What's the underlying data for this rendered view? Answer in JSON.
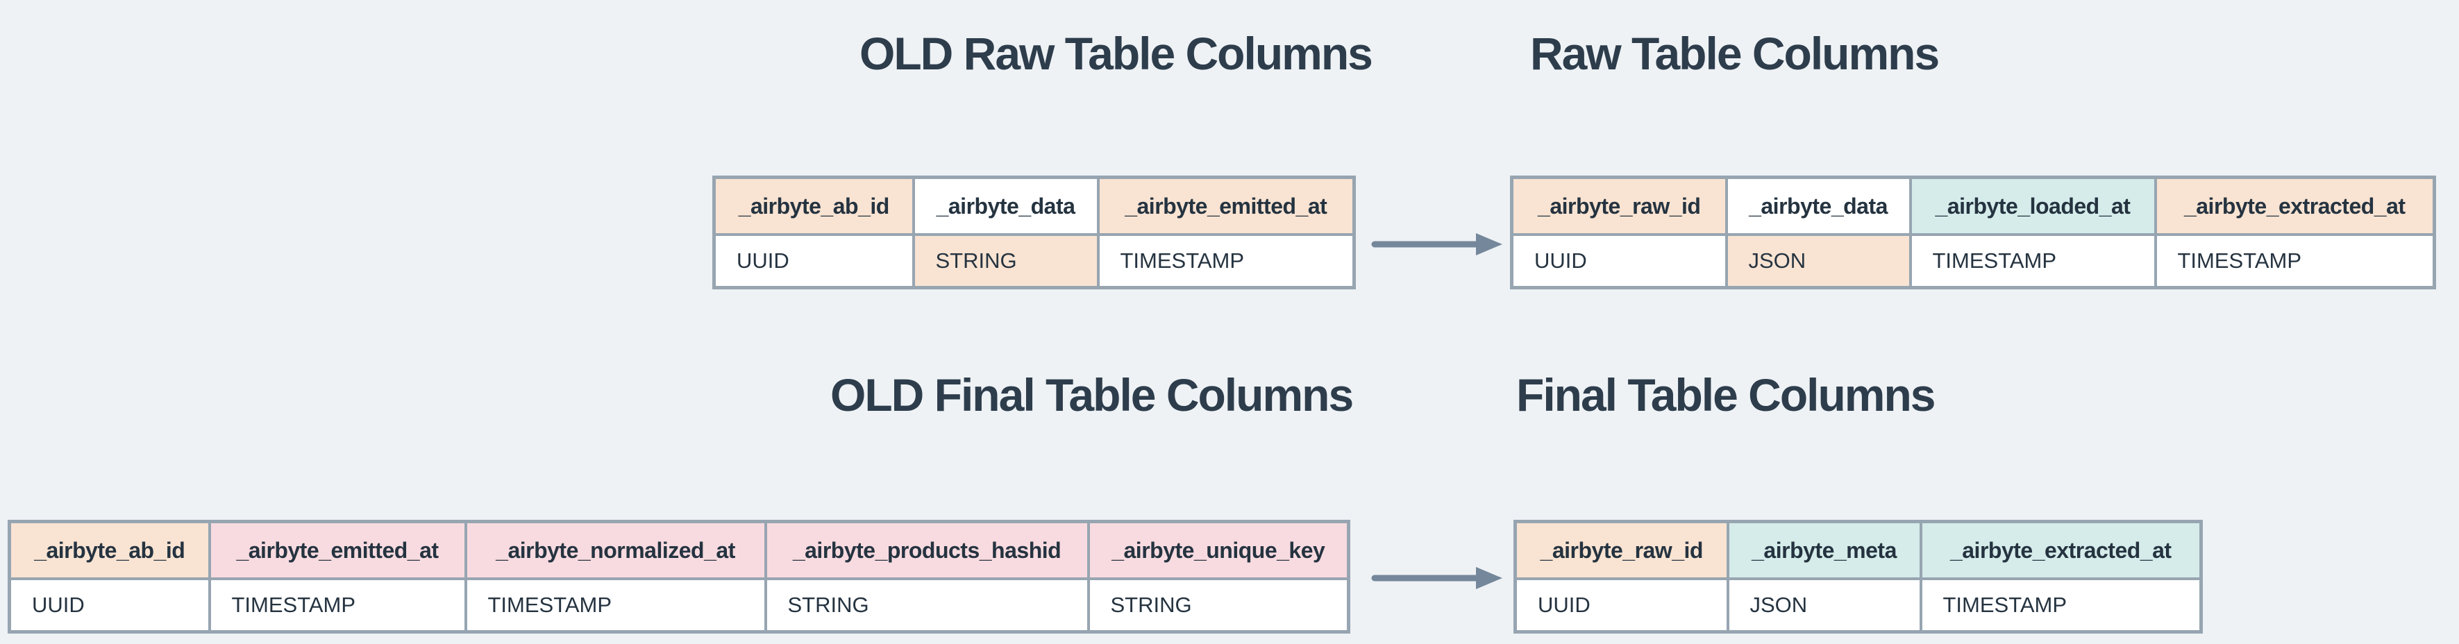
{
  "colors": {
    "background": "#eef2f5",
    "peach": "#f9e3d2",
    "pink": "#f8dbe0",
    "teal": "#d5ecea",
    "border": "#97a5b1",
    "arrow": "#75879a",
    "title_text": "#2e3d4c",
    "cell_text": "#253340"
  },
  "icons": {
    "arrow_right": "arrow-right"
  },
  "tables": {
    "old_raw": {
      "title": "OLD Raw Table Columns",
      "headers": [
        "_airbyte_ab_id",
        "_airbyte_data",
        "_airbyte_emitted_at"
      ],
      "types": [
        "UUID",
        "STRING",
        "TIMESTAMP"
      ]
    },
    "raw": {
      "title": "Raw Table Columns",
      "headers": [
        "_airbyte_raw_id",
        "_airbyte_data",
        "_airbyte_loaded_at",
        "_airbyte_extracted_at"
      ],
      "types": [
        "UUID",
        "JSON",
        "TIMESTAMP",
        "TIMESTAMP"
      ]
    },
    "old_final": {
      "title": "OLD Final Table Columns",
      "headers": [
        "_airbyte_ab_id",
        "_airbyte_emitted_at",
        "_airbyte_normalized_at",
        "_airbyte_products_hashid",
        "_airbyte_unique_key"
      ],
      "types": [
        "UUID",
        "TIMESTAMP",
        "TIMESTAMP",
        "STRING",
        "STRING"
      ]
    },
    "final": {
      "title": "Final Table Columns",
      "headers": [
        "_airbyte_raw_id",
        "_airbyte_meta",
        "_airbyte_extracted_at"
      ],
      "types": [
        "UUID",
        "JSON",
        "TIMESTAMP"
      ]
    }
  }
}
